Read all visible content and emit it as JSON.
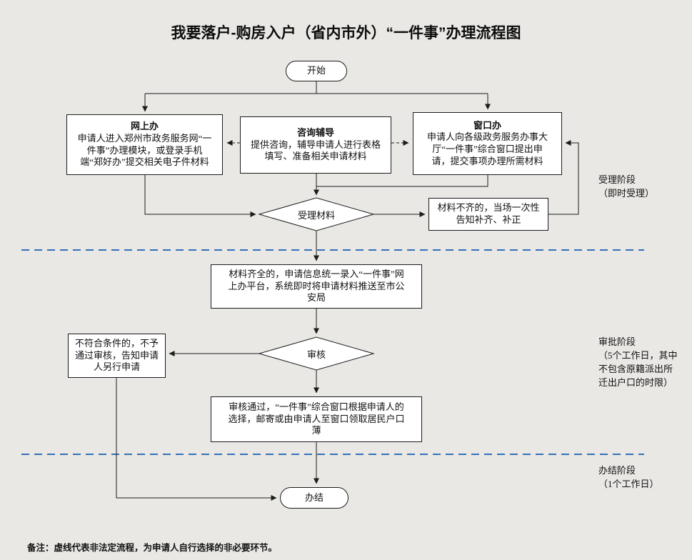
{
  "title": "我要落户-购房入户（省内市外）“一件事”办理流程图",
  "nodes": {
    "start": "开始",
    "online": {
      "title": "网上办",
      "body": "申请人进入郑州市政务服务网“一件事”办理模块，或登录手机端“郑好办”提交相关电子件材料"
    },
    "consult": {
      "title": "咨询辅导",
      "body": "提供咨询，辅导申请人进行表格填写、准备相关申请材料"
    },
    "window": {
      "title": "窗口办",
      "body": "申请人向各级政务服务办事大厅“一件事”综合窗口提出申请，提交事项办理所需材料"
    },
    "accept_decision": "受理材料",
    "incomplete": "材料不齐的，当场一次性告知补齐、补正",
    "complete_entry": "材料齐全的，申请信息统一录入“一件事”网上办平台，系统即时将申请材料推送至市公安局",
    "review_decision": "审核",
    "reject": "不符合条件的，不予通过审核，告知申请人另行申请",
    "approved": "审核通过，“一件事”综合窗口根据申请人的选择，邮寄或由申请人至窗口领取居民户口薄",
    "end": "办结"
  },
  "stages": {
    "stage1": "受理阶段\n（即时受理）",
    "stage2": "审批阶段\n（5个工作日，其中\n不包含原籍派出所\n迁出户口的时限）",
    "stage3": "办结阶段\n（1个工作日）"
  },
  "note": "备注：虚线代表非法定流程，为申请人自行选择的非必要环节。",
  "colors": {
    "divider_blue": "#3470b8"
  }
}
